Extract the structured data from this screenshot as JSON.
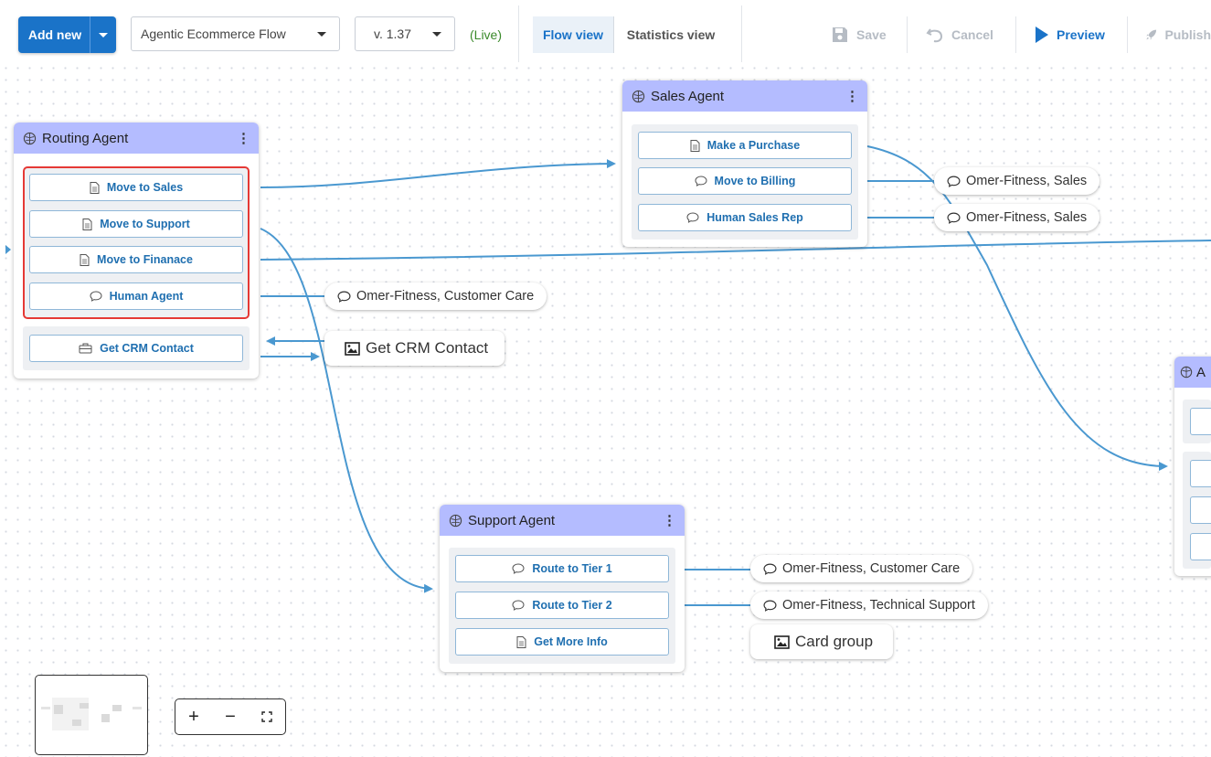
{
  "toolbar": {
    "add_new_label": "Add new",
    "flow_select_value": "Agentic Ecommerce Flow",
    "version_select_value": "v. 1.37",
    "live_label": "(Live)",
    "flow_view_label": "Flow view",
    "statistics_view_label": "Statistics view",
    "save_label": "Save",
    "cancel_label": "Cancel",
    "preview_label": "Preview",
    "publish_label": "Publish"
  },
  "nodes": {
    "routing": {
      "title": "Routing Agent",
      "items": [
        "Move to Sales",
        "Move to Support",
        "Move to Finanace",
        "Human Agent"
      ],
      "extra_items": [
        "Get CRM Contact"
      ]
    },
    "sales": {
      "title": "Sales Agent",
      "items": [
        "Make a Purchase",
        "Move to Billing",
        "Human Sales Rep"
      ]
    },
    "support": {
      "title": "Support Agent",
      "items": [
        "Route to Tier 1",
        "Route to Tier 2",
        "Get More Info"
      ]
    },
    "partial": {
      "title": "A"
    }
  },
  "pills": {
    "sales_billing": "Omer-Fitness, Sales",
    "sales_human": "Omer-Fitness, Sales",
    "routing_human": "Omer-Fitness, Customer Care",
    "routing_crm": "Get CRM Contact",
    "support_tier1": "Omer-Fitness, Customer Care",
    "support_tier2": "Omer-Fitness, Technical Support",
    "support_card": "Card group"
  },
  "colors": {
    "accent": "#1a73c8",
    "node_header": "#b4bcff",
    "edge": "#4a98d0",
    "selection": "#e53935",
    "live": "#3a8a2a"
  },
  "zoom_controls": {
    "zoom_in": "+",
    "zoom_out": "−"
  }
}
